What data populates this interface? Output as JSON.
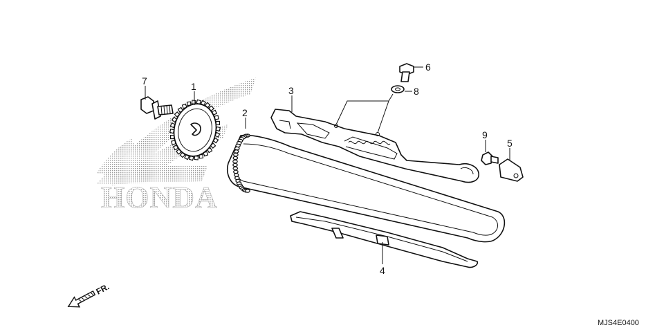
{
  "brand": {
    "wordmark": "HONDA"
  },
  "callouts": [
    {
      "id": "1",
      "label": "1"
    },
    {
      "id": "2",
      "label": "2"
    },
    {
      "id": "3",
      "label": "3"
    },
    {
      "id": "4",
      "label": "4"
    },
    {
      "id": "5",
      "label": "5"
    },
    {
      "id": "6",
      "label": "6"
    },
    {
      "id": "7",
      "label": "7"
    },
    {
      "id": "8",
      "label": "8"
    },
    {
      "id": "9",
      "label": "9"
    }
  ],
  "front_arrow": {
    "label": "FR."
  },
  "diagram_code": "MJS4E0400",
  "colors": {
    "ink": "#111111",
    "watermark": "#bdbdbd",
    "background": "#ffffff"
  }
}
